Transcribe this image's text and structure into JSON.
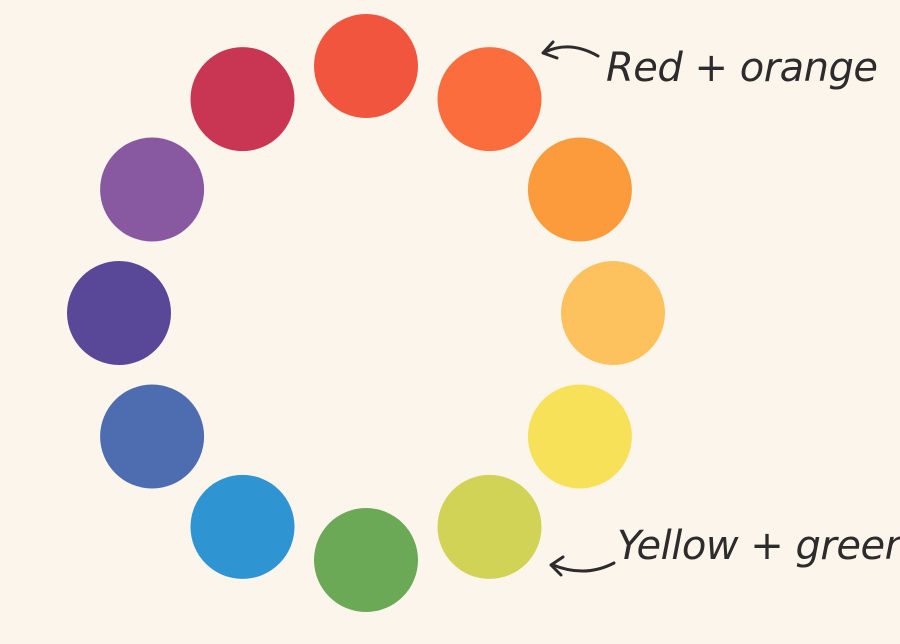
{
  "canvas": {
    "background": "#fcf5eb"
  },
  "wheel": {
    "swatches": [
      {
        "name": "red",
        "color": "#f1553d"
      },
      {
        "name": "red-orange",
        "color": "#fb6d3d"
      },
      {
        "name": "orange",
        "color": "#fc9b3b"
      },
      {
        "name": "yellow-orange",
        "color": "#fdc15e"
      },
      {
        "name": "yellow",
        "color": "#f7e159"
      },
      {
        "name": "yellow-green",
        "color": "#d1d356"
      },
      {
        "name": "green",
        "color": "#6ba956"
      },
      {
        "name": "blue",
        "color": "#2e94d2"
      },
      {
        "name": "blue-violet",
        "color": "#4e6db0"
      },
      {
        "name": "violet",
        "color": "#594898"
      },
      {
        "name": "red-violet",
        "color": "#8858a1"
      },
      {
        "name": "crimson",
        "color": "#c83653"
      }
    ]
  },
  "annotations": {
    "red_orange": {
      "text": "Red + orange",
      "color": "#2d2b2b"
    },
    "yellow_green": {
      "text": "Yellow + green",
      "color": "#2d2b2b"
    }
  }
}
